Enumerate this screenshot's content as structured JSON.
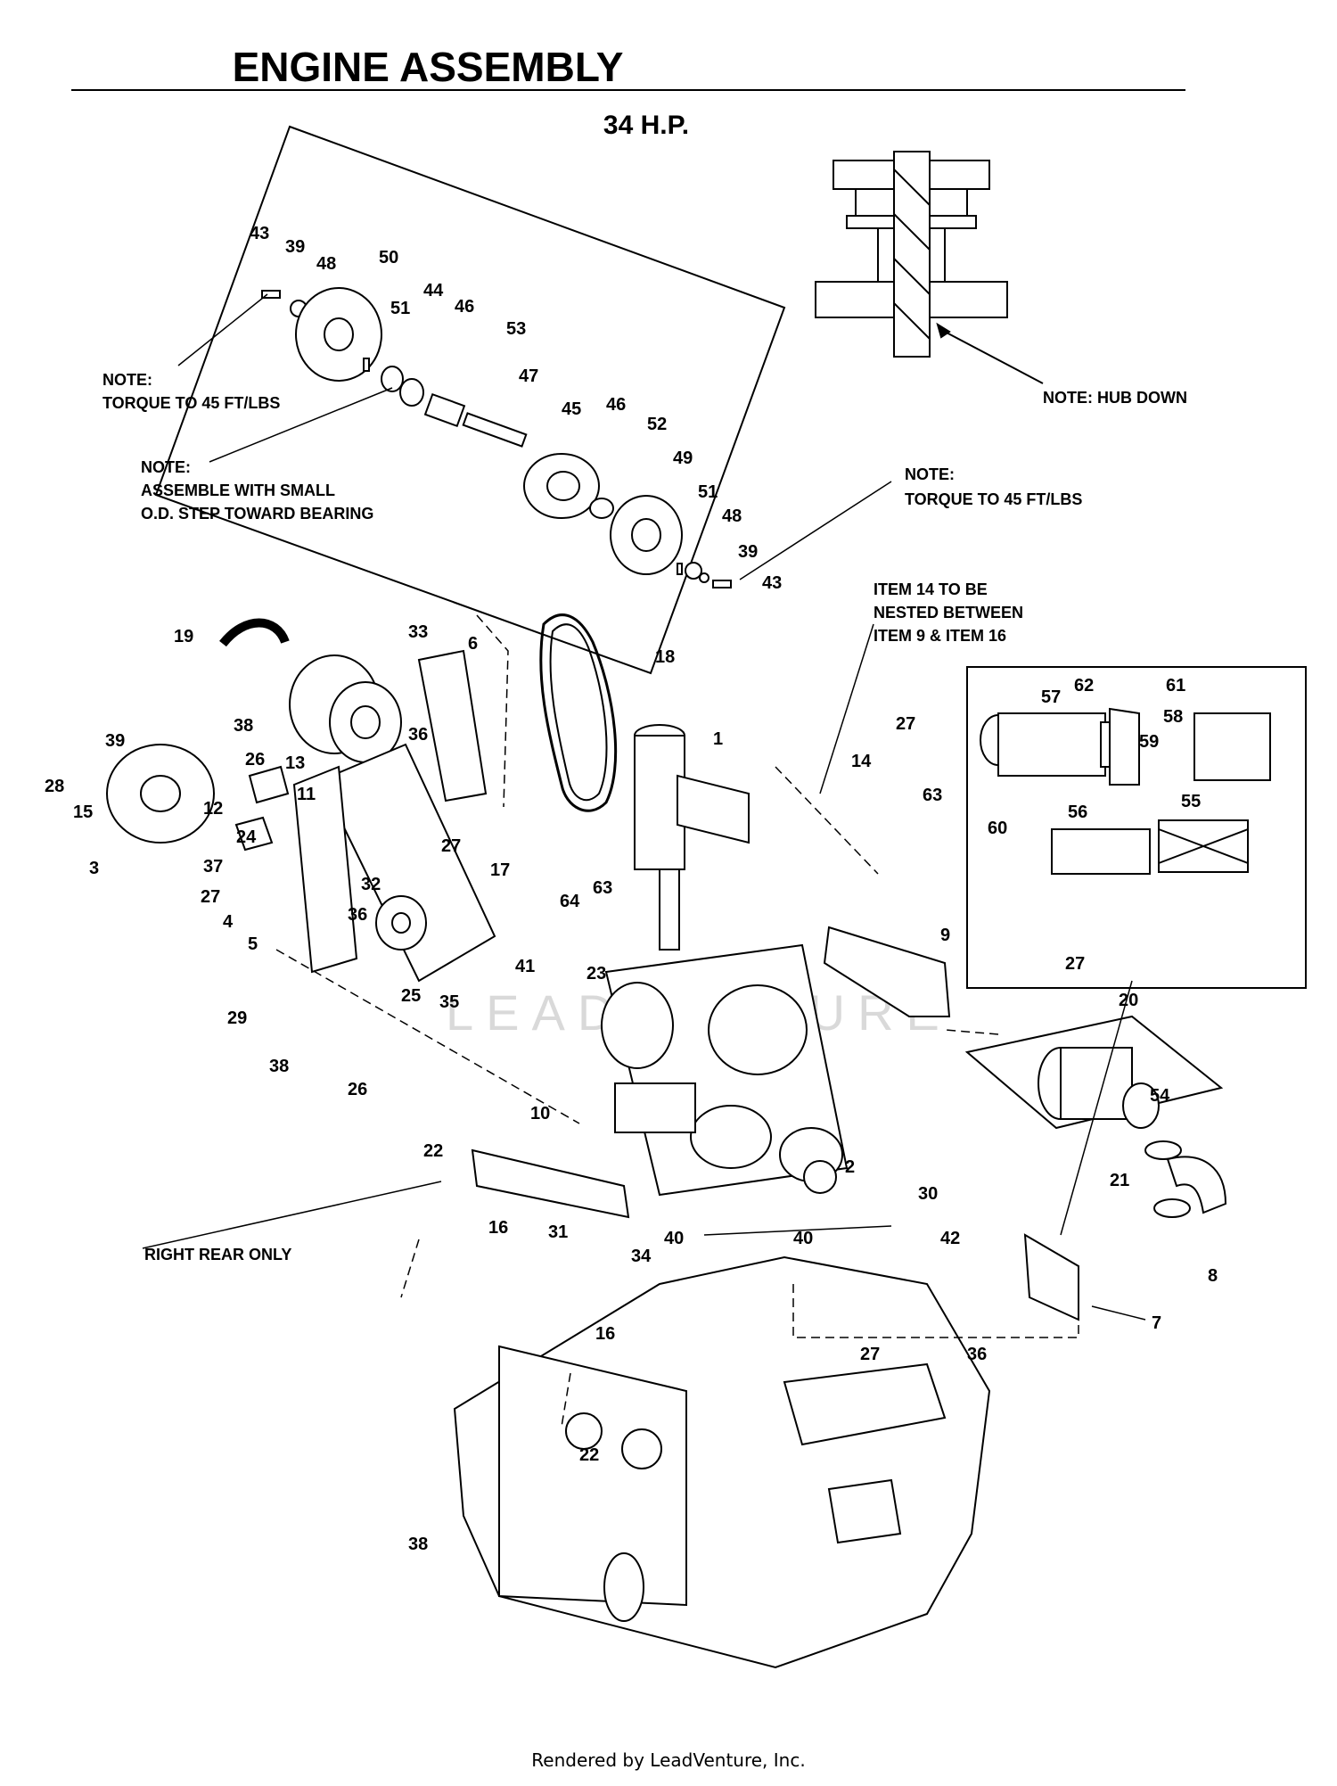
{
  "title": "ENGINE ASSEMBLY",
  "subtitle": "34 H.P.",
  "footer": "Rendered by LeadVenture, Inc.",
  "watermark": "LEADVENTURE",
  "notes": {
    "torque_top": [
      "NOTE:",
      "TORQUE TO 45 FT/LBS"
    ],
    "assemble": [
      "NOTE:",
      "ASSEMBLE WITH SMALL",
      "O.D. STEP TOWARD BEARING"
    ],
    "hub_down": [
      "NOTE: HUB DOWN"
    ],
    "torque_right": [
      "NOTE:",
      "TORQUE TO 45 FT/LBS"
    ],
    "item14": [
      "ITEM 14 TO BE",
      "NESTED BETWEEN",
      "ITEM 9 & ITEM 16"
    ],
    "right_rear": [
      "RIGHT REAR ONLY"
    ]
  },
  "callouts": [
    "43",
    "39",
    "48",
    "50",
    "51",
    "44",
    "46",
    "53",
    "47",
    "45",
    "46",
    "52",
    "49",
    "51",
    "48",
    "39",
    "43",
    "19",
    "33",
    "6",
    "18",
    "1",
    "27",
    "14",
    "63",
    "38",
    "26",
    "13",
    "36",
    "11",
    "28",
    "39",
    "15",
    "3",
    "12",
    "24",
    "37",
    "27",
    "4",
    "32",
    "27",
    "17",
    "5",
    "36",
    "29",
    "25",
    "35",
    "41",
    "64",
    "63",
    "23",
    "9",
    "38",
    "26",
    "62",
    "61",
    "57",
    "59",
    "58",
    "60",
    "56",
    "55",
    "27",
    "20",
    "54",
    "10",
    "22",
    "16",
    "31",
    "40",
    "34",
    "2",
    "30",
    "40",
    "21",
    "8",
    "42",
    "7",
    "36",
    "16",
    "27",
    "22",
    "38"
  ]
}
